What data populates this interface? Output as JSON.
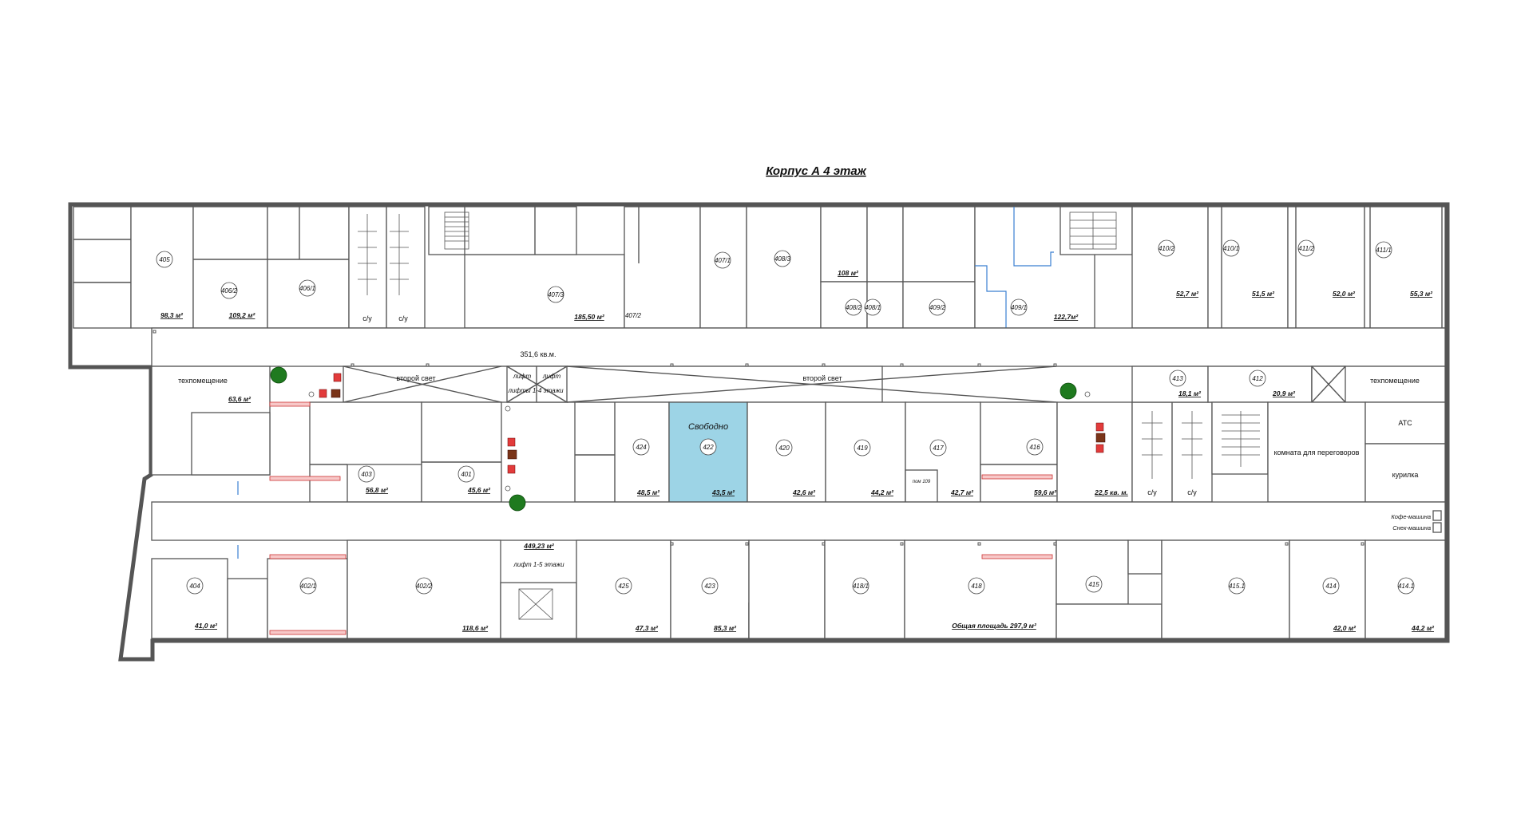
{
  "title": "Корпус А 4 этаж",
  "colors": {
    "free_room": "#9dd4e6",
    "walls": "#555555",
    "hatch": "#f7c8c8",
    "tree": "#1f7a1f"
  },
  "top_rooms": {
    "r405": {
      "num": "405",
      "area": "98,3 м²"
    },
    "r406_2": {
      "num": "406/2",
      "area": "109,2 м²"
    },
    "r406_1": {
      "num": "406/1"
    },
    "r407_3": {
      "num": "407/3",
      "area": "185,50 м²"
    },
    "r407_2": {
      "num": "407/2"
    },
    "r407_1": {
      "num": "407/1"
    },
    "r408_3": {
      "num": "408/3"
    },
    "r408_2": {
      "num": "408/2"
    },
    "r408_1": {
      "num": "408/1",
      "area_top": "108 м²"
    },
    "r409_2": {
      "num": "409/2"
    },
    "r409_1": {
      "num": "409/1",
      "area": "122,7м²"
    },
    "r410_2": {
      "num": "410/2",
      "area": "52,7 м²"
    },
    "r410_1": {
      "num": "410/1",
      "area": "51,5 м²"
    },
    "r411_2": {
      "num": "411/2",
      "area": "52,0 м²"
    },
    "r411_1": {
      "num": "411/1",
      "area": "55,3 м²"
    },
    "wc1": "с/у",
    "wc2": "с/у"
  },
  "middle": {
    "tech": {
      "label": "техпомещение",
      "area": "63,6 м²"
    },
    "second_light_1": "второй свет",
    "second_light_2": "второй свет",
    "atrium_area": "351,6 кв.м.",
    "lift_a": "лифт",
    "lift_b": "лифт",
    "lifts_label": "лифты 1-4 этажи",
    "r403": {
      "num": "403",
      "area": "56,8 м²"
    },
    "r401": {
      "num": "401",
      "area": "45,6 м²"
    },
    "r424": {
      "num": "424",
      "area": "48,5 м²"
    },
    "r422": {
      "num": "422",
      "status": "Свободно",
      "area": "43,5 м²"
    },
    "r420": {
      "num": "420",
      "area": "42,6 м²"
    },
    "r419": {
      "num": "419",
      "area": "44,2 м²"
    },
    "r417": {
      "num": "417",
      "area": "42,7 м²",
      "pom": "пом 109"
    },
    "r416": {
      "num": "416",
      "area": "59,6 м²"
    },
    "hall_area": "22,5 кв. м.",
    "wc3": "с/у",
    "wc4": "с/у",
    "r413": {
      "num": "413",
      "area": "18,1 м²"
    },
    "r412": {
      "num": "412",
      "area": "20,9 м²"
    },
    "tech2": "техпомещение",
    "atc": "АТС",
    "meeting": "комната для переговоров",
    "smoking": "курилка",
    "coffee": "Кофе-машина",
    "snack": "Снек-машина"
  },
  "bottom_rooms": {
    "r404": {
      "num": "404",
      "area": "41,0 м²"
    },
    "r402_1": {
      "num": "402/1"
    },
    "r402_2": {
      "num": "402/2",
      "area": "118,6 м²"
    },
    "corridor_area": "449,23 м²",
    "lift_1_5": "лифт 1-5 этажи",
    "r425": {
      "num": "425",
      "area": "47,3 м²"
    },
    "r423": {
      "num": "423",
      "area": "85,3 м²"
    },
    "r418_1": {
      "num": "418/1"
    },
    "r418": {
      "num": "418",
      "area": "Общая площадь 297,9 м²"
    },
    "r415": {
      "num": "415"
    },
    "r415_1": {
      "num": "415.1"
    },
    "r414": {
      "num": "414",
      "area": "42,0 м²"
    },
    "r414_1": {
      "num": "414.1",
      "area": "44,2 м²"
    }
  }
}
